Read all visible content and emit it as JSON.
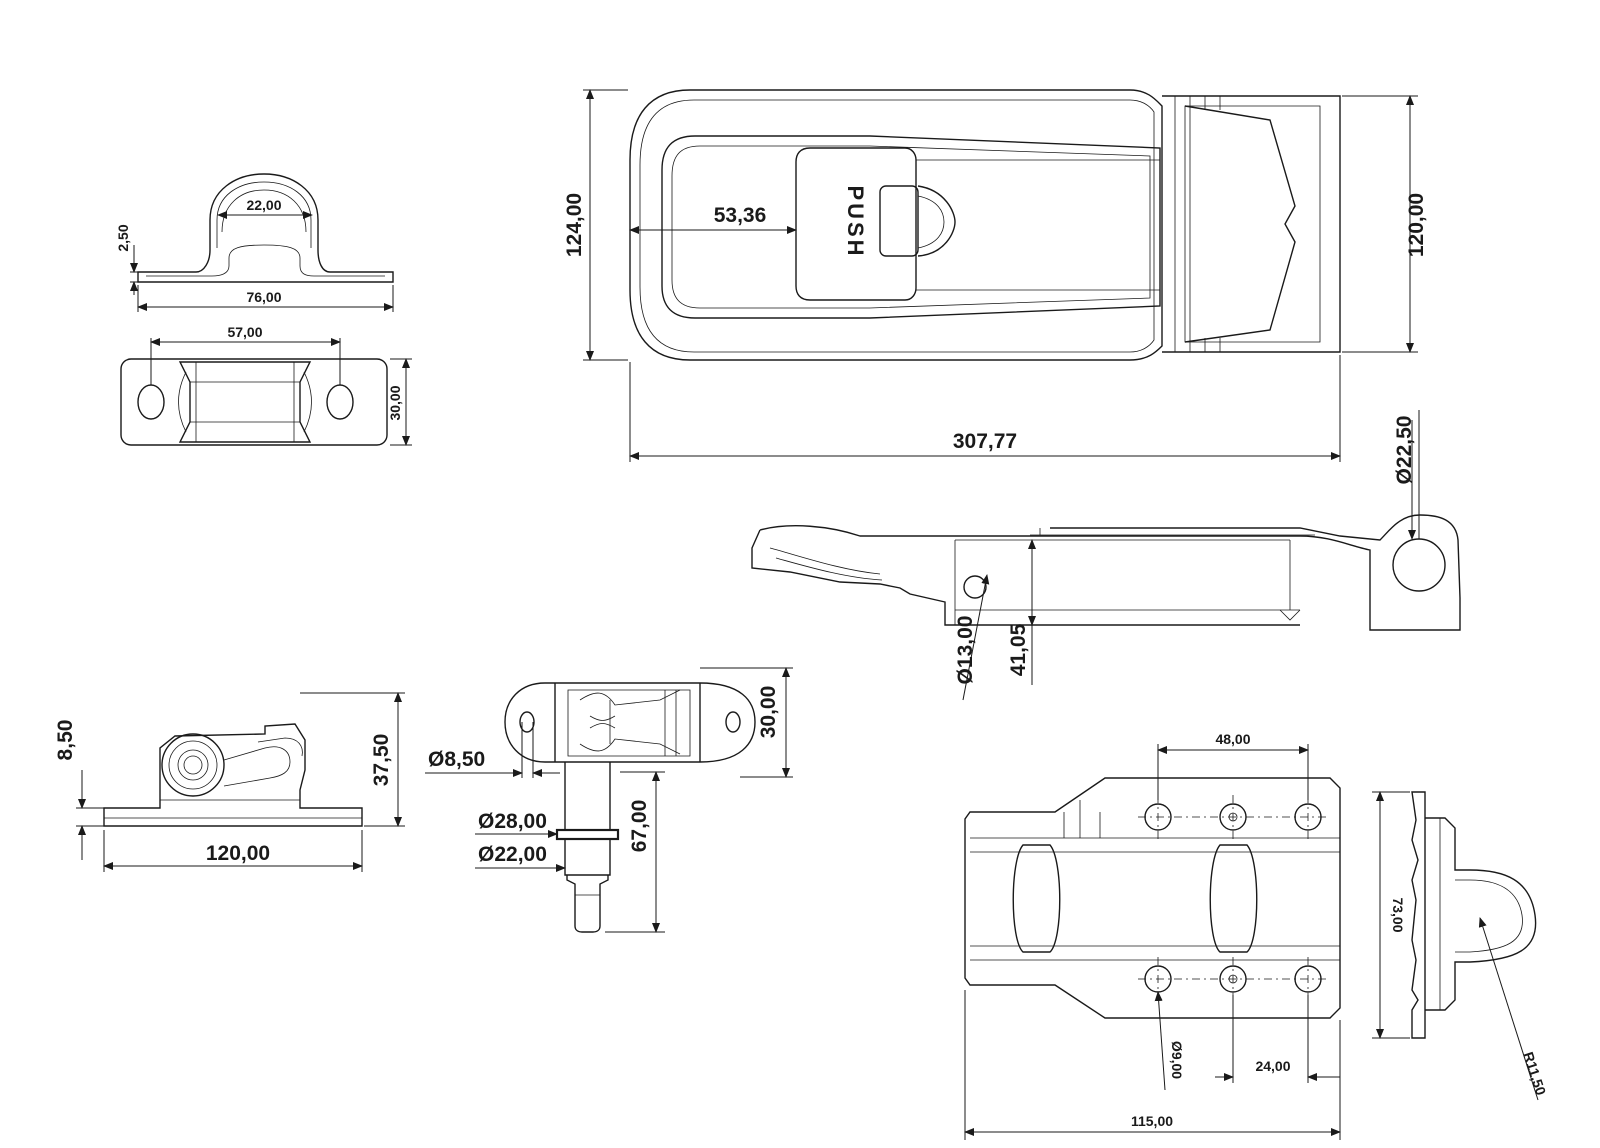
{
  "dimensions": {
    "bracket_top_inner": "22,00",
    "bracket_top_thickness": "2,50",
    "bracket_top_length": "76,00",
    "bracket_plan_hole_spacing": "57,00",
    "bracket_plan_width": "30,00",
    "latch_height_outer": "124,00",
    "latch_button_offset": "53,36",
    "latch_height_inner": "120,00",
    "latch_length": "307,77",
    "pivot_diameter": "22,50",
    "pivot_hole_diameter": "13,00",
    "side_height": "41,05",
    "keeper_thickness": "8,50",
    "keeper_height": "37,50",
    "keeper_length": "120,00",
    "pin_hole_diameter": "8,50",
    "pin_collar_diameter": "28,00",
    "pin_shaft_diameter": "22,00",
    "pin_length": "67,00",
    "pin_plate_width": "30,00",
    "plate_hole_spacing_top": "48,00",
    "plate_hole_spacing_bottom": "24,00",
    "plate_hole_diameter": "9,00",
    "plate_length": "115,00",
    "loop_height": "73,00",
    "loop_radius": "R11,50"
  },
  "labels": {
    "push": "PUSH"
  }
}
